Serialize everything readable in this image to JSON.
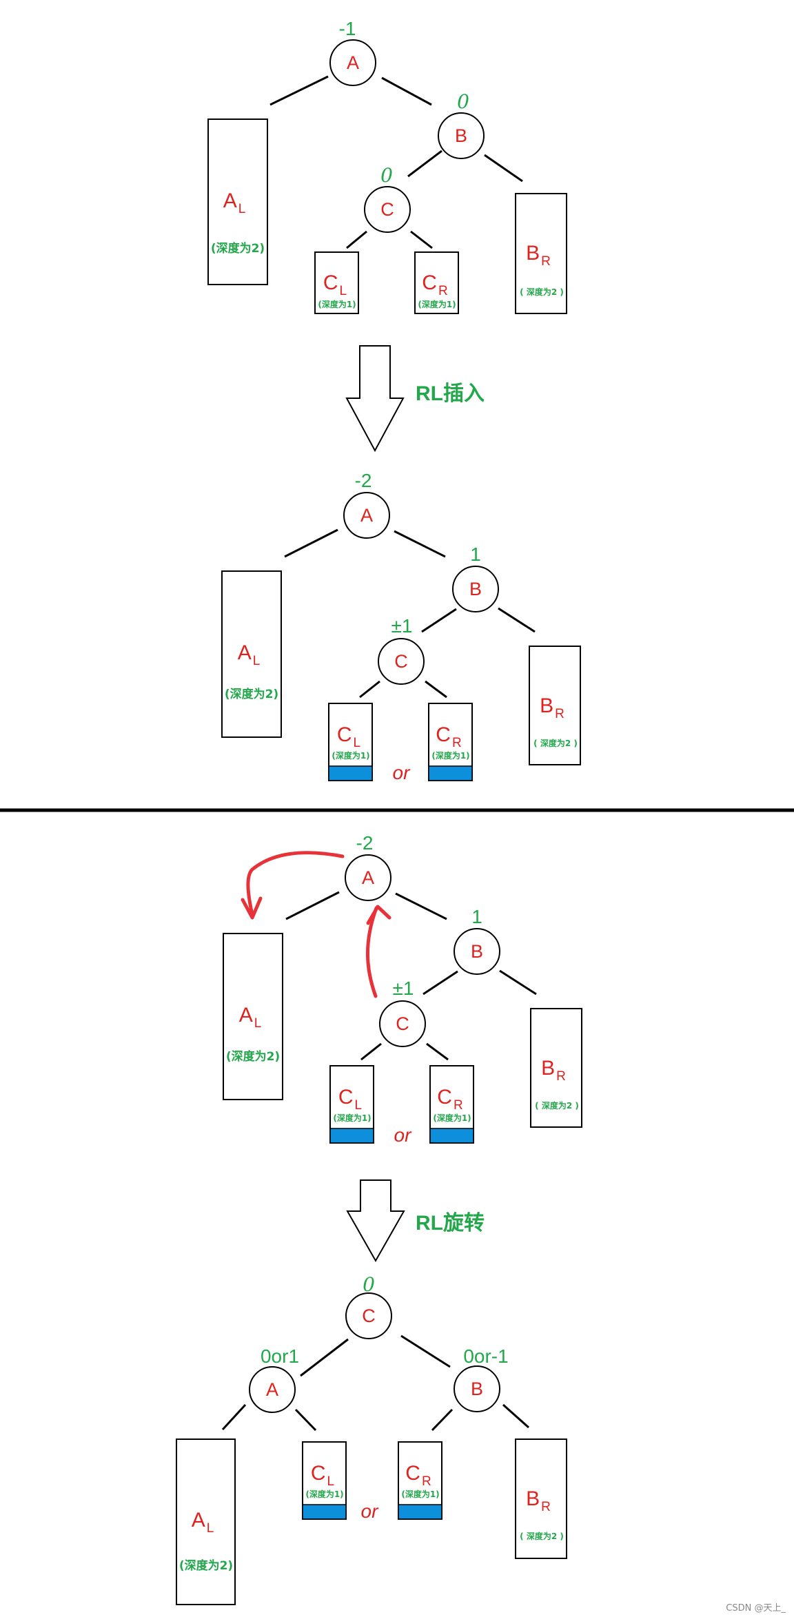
{
  "nodes": {
    "A": "A",
    "B": "B",
    "C": "C"
  },
  "subtrees": {
    "AL": {
      "main": "A",
      "sub": "L",
      "depth": "(深度为2)"
    },
    "BR": {
      "main": "B",
      "sub": "R",
      "depth": "( 深度为2 )"
    },
    "CL": {
      "main": "C",
      "sub": "L",
      "depth": "(深度为1)"
    },
    "CR": {
      "main": "C",
      "sub": "R",
      "depth": "(深度为1)"
    }
  },
  "or_label": "or",
  "steps": {
    "insert": "RL插入",
    "rotate": "RL旋转"
  },
  "diagram1": {
    "bf_A": "-1",
    "bf_B": "0",
    "bf_C": "0"
  },
  "diagram2": {
    "bf_A": "-2",
    "bf_B": "1",
    "bf_C": "±1"
  },
  "diagram3": {
    "bf_A": "-2",
    "bf_B": "1",
    "bf_C": "±1"
  },
  "diagram4": {
    "bf_C": "0",
    "bf_A": "0or1",
    "bf_B": "0or-1"
  },
  "watermark": "CSDN @天上_",
  "colors": {
    "node_label": "#e0221e",
    "balance_factor": "#22a84a",
    "inserted_level": "#0d8fdc",
    "rotation_arrow": "#e8323a"
  }
}
